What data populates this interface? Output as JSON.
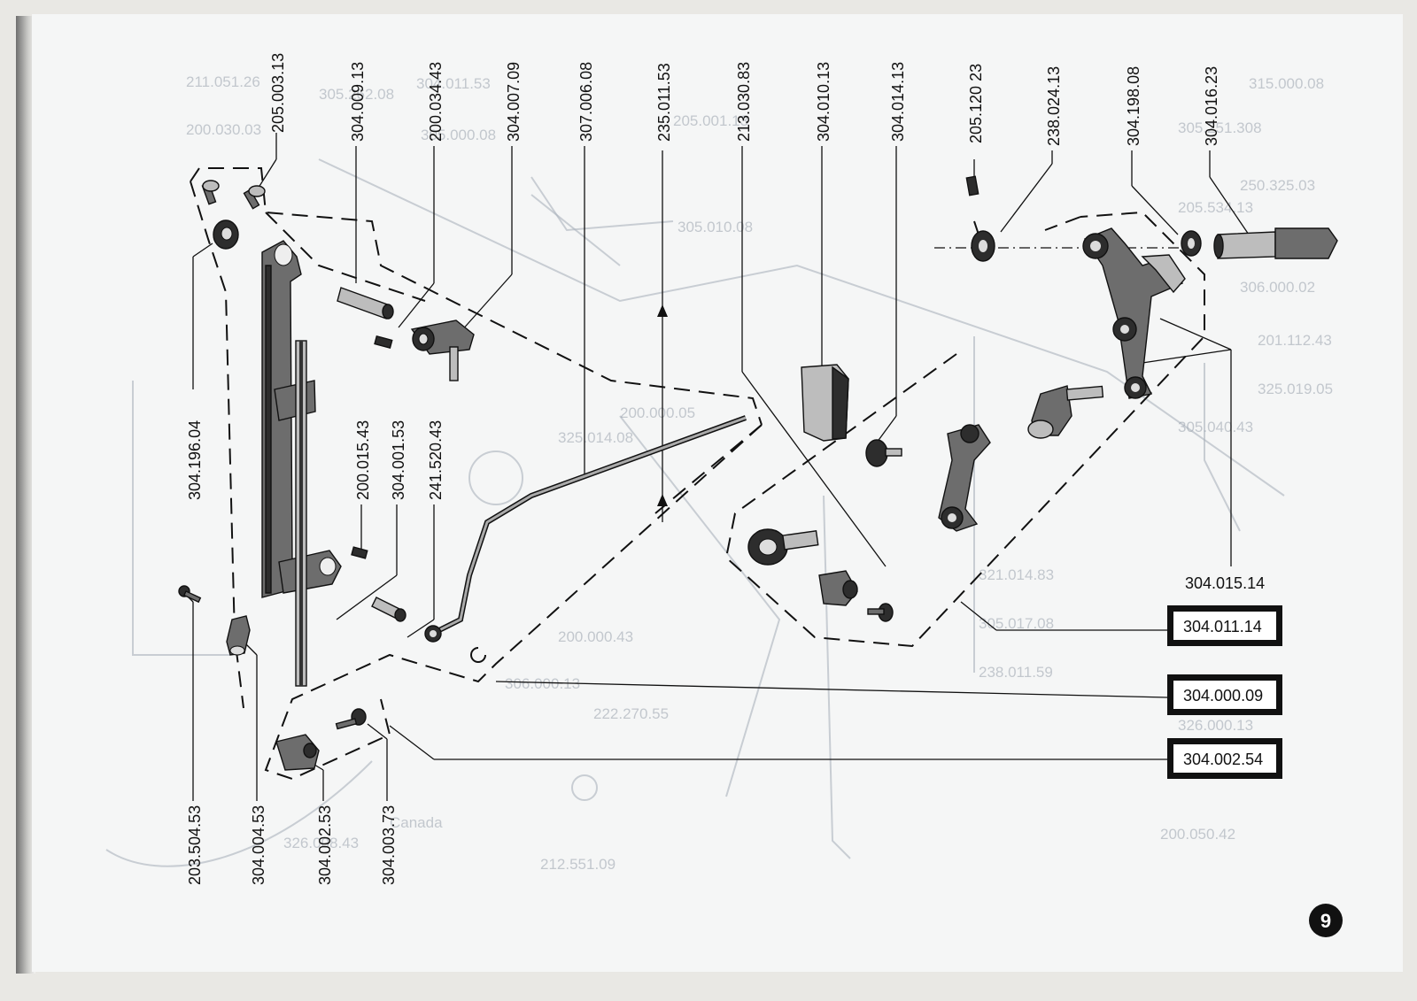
{
  "diagram": {
    "vertical_labels": [
      {
        "id": "lbl-205-003-13",
        "text": "205.003.13"
      },
      {
        "id": "lbl-304-009-13",
        "text": "304.009.13"
      },
      {
        "id": "lbl-200-034-43",
        "text": "200.034.43"
      },
      {
        "id": "lbl-304-007-09",
        "text": "304.007.09"
      },
      {
        "id": "lbl-307-006-08",
        "text": "307.006.08"
      },
      {
        "id": "lbl-235-011-53",
        "text": "235.011.53"
      },
      {
        "id": "lbl-213-030-83",
        "text": "213.030.83"
      },
      {
        "id": "lbl-304-010-13",
        "text": "304.010.13"
      },
      {
        "id": "lbl-304-014-13",
        "text": "304.014.13"
      },
      {
        "id": "lbl-205-120-23",
        "text": "205.120 23"
      },
      {
        "id": "lbl-238-024-13",
        "text": "238.024.13"
      },
      {
        "id": "lbl-304-198-08",
        "text": "304.198.08"
      },
      {
        "id": "lbl-304-016-23",
        "text": "304.016.23"
      },
      {
        "id": "lbl-304-196-04",
        "text": "304.196.04"
      },
      {
        "id": "lbl-200-015-43",
        "text": "200.015.43"
      },
      {
        "id": "lbl-304-001-53",
        "text": "304.001.53"
      },
      {
        "id": "lbl-241-520-43",
        "text": "241.520.43"
      },
      {
        "id": "lbl-203-504-53",
        "text": "203.504.53"
      },
      {
        "id": "lbl-304-004-53",
        "text": "304.004.53"
      },
      {
        "id": "lbl-304-002-53",
        "text": "304.002.53"
      },
      {
        "id": "lbl-304-003-73",
        "text": "304.003.73"
      }
    ],
    "horizontal_label": "304.015.14",
    "boxed_labels": [
      "304.011.14",
      "304.000.09",
      "304.002.54"
    ],
    "page_number": "9",
    "ghost_labels": [
      "211.051.26",
      "305.262.08",
      "304.011.53",
      "200.030.03",
      "305.000.08",
      "315.000.08",
      "305.251.308",
      "205.001.13",
      "250.325.03",
      "205.534.13",
      "306.000.02",
      "305.010.08",
      "201.112.43",
      "325.019.05",
      "305.040.43",
      "321.014.83",
      "305.017.08",
      "200.000.05",
      "238.011.59",
      "222.270.55",
      "306.000.13",
      "200.000.43",
      "212.551.09",
      "200.050.42",
      "326.008.43",
      "326.000.13",
      "325.014.08",
      "Canada"
    ]
  }
}
